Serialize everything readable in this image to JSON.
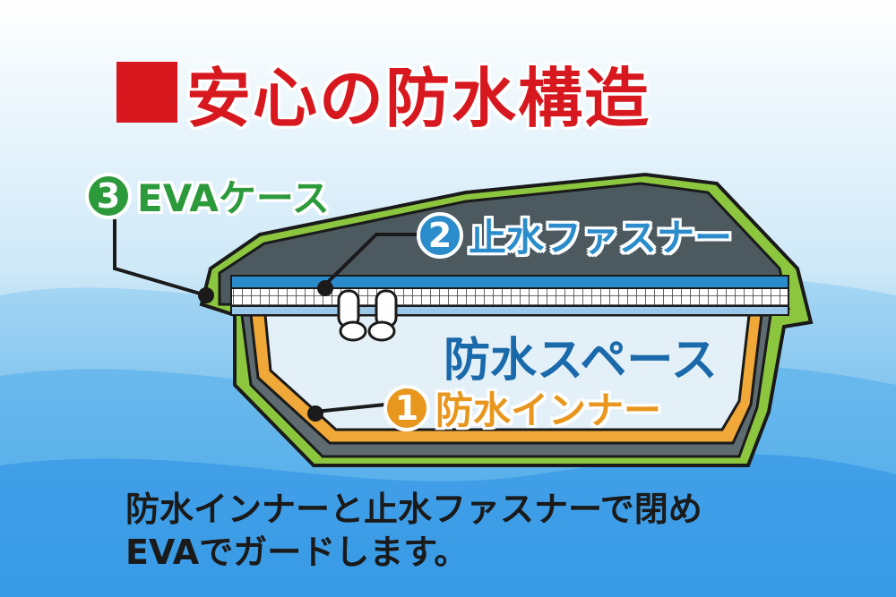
{
  "title": {
    "text": "安心の防水構造"
  },
  "labels": {
    "eva_case": {
      "number": "3",
      "text": "EVAケース",
      "color": "#2c9a3b"
    },
    "fastener": {
      "number": "2",
      "text": "止水ファスナー",
      "color": "#2b8ccc"
    },
    "inner": {
      "number": "1",
      "text": "防水インナー",
      "color": "#e8961e"
    }
  },
  "space_label": "防水スペース",
  "caption": {
    "line1": "防水インナーと止水ファスナーで閉め",
    "line2": "EVAでガードします。"
  }
}
